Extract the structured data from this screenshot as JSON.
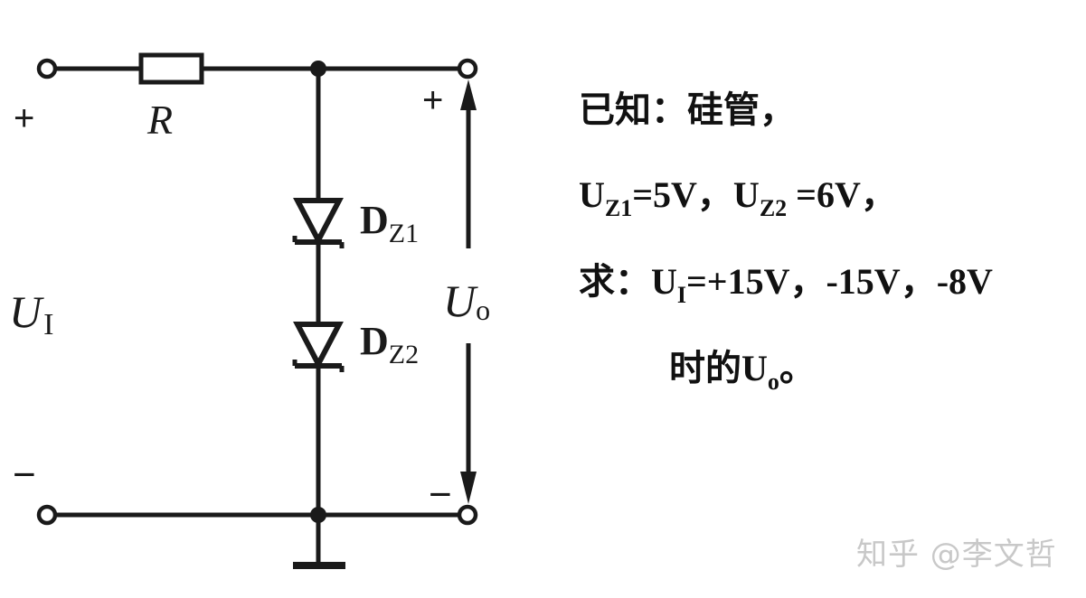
{
  "circuit": {
    "input_plus": "+",
    "input_minus": "−",
    "input_label": "U",
    "input_sub": "I",
    "resistor_label": "R",
    "diode1_label": "D",
    "diode1_sub": "Z1",
    "diode2_label": "D",
    "diode2_sub": "Z2",
    "output_plus": "+",
    "output_minus": "−",
    "output_label": "U",
    "output_sub": "o"
  },
  "problem": {
    "line1": "已知：硅管，",
    "line2_a": "U",
    "line2_a_sub": "Z1",
    "line2_b": "=5V，U",
    "line2_b_sub": "Z2",
    "line2_c": " =6V，",
    "line3_a": "求：U",
    "line3_a_sub": "I",
    "line3_b": "=+15V，-15V，-8V",
    "line4_a": "时的U",
    "line4_a_sub": "o",
    "line4_b": "。"
  },
  "watermark": "知乎 @李文哲"
}
